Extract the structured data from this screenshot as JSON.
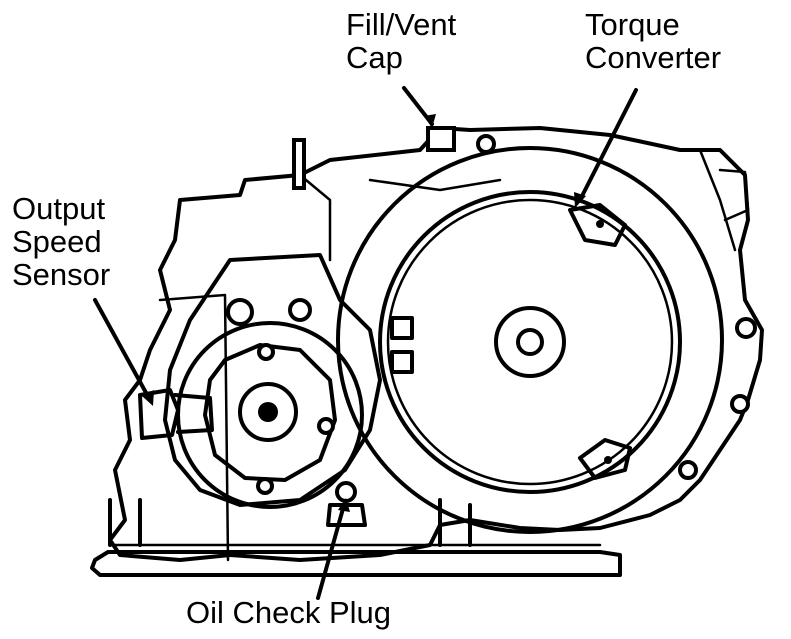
{
  "labels": {
    "fill_vent_cap": [
      "Fill/Vent",
      "Cap"
    ],
    "torque_converter": [
      "Torque",
      "Converter"
    ],
    "output_speed_sensor": [
      "Output",
      "Speed",
      "Sensor"
    ],
    "oil_check_plug": "Oil Check Plug"
  },
  "colors": {
    "ink": "#000000",
    "paper": "#ffffff"
  }
}
